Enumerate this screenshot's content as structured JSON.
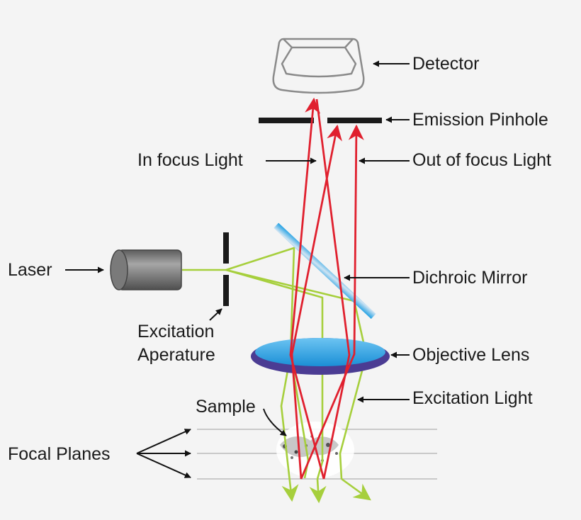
{
  "labels": {
    "detector": "Detector",
    "emission_pinhole": "Emission Pinhole",
    "in_focus_light": "In focus Light",
    "out_of_focus_light": "Out of focus Light",
    "laser": "Laser",
    "dichroic_mirror": "Dichroic Mirror",
    "excitation_aperture": [
      "Excitation",
      "Aperature"
    ],
    "objective_lens": "Objective Lens",
    "excitation_light": "Excitation Light",
    "sample": "Sample",
    "focal_planes": "Focal Planes"
  },
  "colors": {
    "background": "#f4f4f4",
    "in_focus_ray": "#e0202e",
    "out_of_focus_ray": "#e0202e",
    "excitation_ray": "#a6cf3c",
    "lens_fill": "#2fa6e6",
    "lens_rim": "#4b3c93",
    "mirror": "#3aa6e0",
    "detector_outline": "#8a8a8a",
    "laser_body": "#777777",
    "pinhole": "#1a1a1a",
    "focal_plane": "#c9c9c9",
    "annotation_arrow": "#111111"
  },
  "icons": [
    "detector-icon",
    "laser-icon",
    "objective-lens-icon",
    "dichroic-mirror-icon",
    "sample-icon"
  ]
}
